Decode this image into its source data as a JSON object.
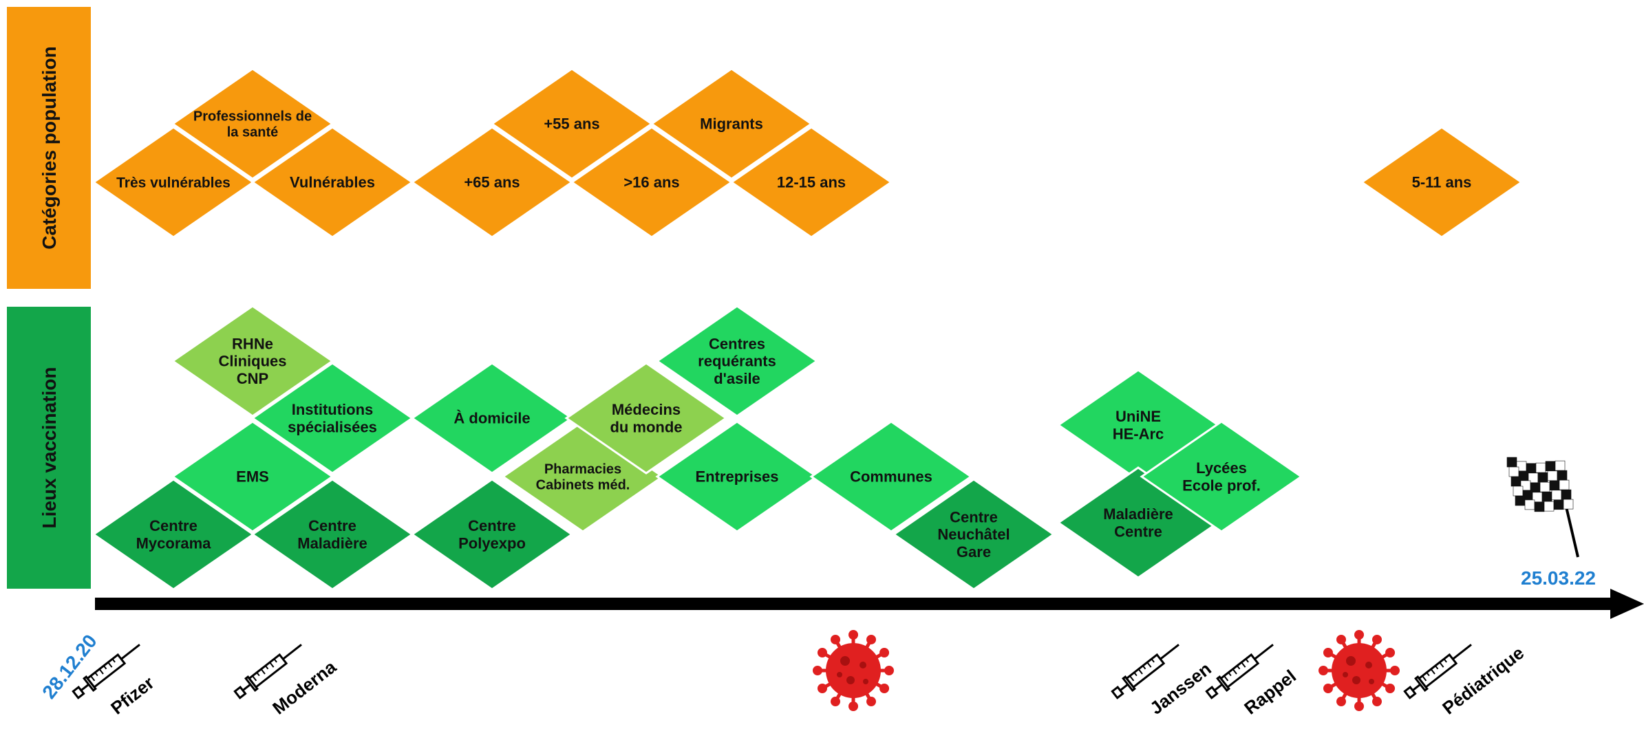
{
  "sidebars": {
    "population": {
      "label": "Catégories population",
      "color": "#F7990D"
    },
    "lieux": {
      "label": "Lieux vaccination",
      "color": "#13A64A"
    }
  },
  "colors": {
    "orange": "#F7990D",
    "bright_green": "#22D660",
    "light_green": "#8DD14F",
    "dark_green": "#13A64A",
    "arrow": "#000000",
    "date_blue": "#1F7FD0",
    "virus_red": "#E02020"
  },
  "population_categories": [
    {
      "id": "tres-vulnerables",
      "lines": [
        "Très vulnérables"
      ],
      "color": "orange"
    },
    {
      "id": "professionnels-sante",
      "lines": [
        "Professionnels de",
        "la santé"
      ],
      "color": "orange"
    },
    {
      "id": "vulnerables",
      "lines": [
        "Vulnérables"
      ],
      "color": "orange"
    },
    {
      "id": "plus-65",
      "lines": [
        "+65 ans"
      ],
      "color": "orange"
    },
    {
      "id": "plus-55",
      "lines": [
        "+55 ans"
      ],
      "color": "orange"
    },
    {
      "id": "plus-16",
      "lines": [
        ">16 ans"
      ],
      "color": "orange"
    },
    {
      "id": "migrants",
      "lines": [
        "Migrants"
      ],
      "color": "orange"
    },
    {
      "id": "ans-12-15",
      "lines": [
        "12-15 ans"
      ],
      "color": "orange"
    },
    {
      "id": "ans-5-11",
      "lines": [
        "5-11 ans"
      ],
      "color": "orange"
    }
  ],
  "vaccination_sites": [
    {
      "id": "rhne",
      "lines": [
        "RHNe",
        "Cliniques",
        "CNP"
      ],
      "color": "light_green"
    },
    {
      "id": "institutions",
      "lines": [
        "Institutions",
        "spécialisées"
      ],
      "color": "bright_green"
    },
    {
      "id": "ems",
      "lines": [
        "EMS"
      ],
      "color": "bright_green"
    },
    {
      "id": "centre-mycorama",
      "lines": [
        "Centre",
        "Mycorama"
      ],
      "color": "dark_green"
    },
    {
      "id": "centre-maladiere",
      "lines": [
        "Centre",
        "Maladière"
      ],
      "color": "dark_green"
    },
    {
      "id": "a-domicile",
      "lines": [
        "À domicile"
      ],
      "color": "bright_green"
    },
    {
      "id": "centre-polyexpo",
      "lines": [
        "Centre",
        "Polyexpo"
      ],
      "color": "dark_green"
    },
    {
      "id": "pharmacies",
      "lines": [
        "Pharmacies",
        "Cabinets méd."
      ],
      "color": "light_green"
    },
    {
      "id": "medecins-monde",
      "lines": [
        "Médecins",
        "du monde"
      ],
      "color": "light_green"
    },
    {
      "id": "centres-requerants",
      "lines": [
        "Centres",
        "requérants",
        "d'asile"
      ],
      "color": "bright_green"
    },
    {
      "id": "entreprises",
      "lines": [
        "Entreprises"
      ],
      "color": "bright_green"
    },
    {
      "id": "communes",
      "lines": [
        "Communes"
      ],
      "color": "bright_green"
    },
    {
      "id": "centre-neuchatel-gare",
      "lines": [
        "Centre",
        "Neuchâtel",
        "Gare"
      ],
      "color": "dark_green"
    },
    {
      "id": "unine",
      "lines": [
        "UniNE",
        "HE-Arc"
      ],
      "color": "bright_green"
    },
    {
      "id": "maladiere-centre",
      "lines": [
        "Maladière",
        "Centre"
      ],
      "color": "dark_green"
    },
    {
      "id": "lycees",
      "lines": [
        "Lycées",
        "Ecole prof."
      ],
      "color": "bright_green"
    }
  ],
  "timeline": {
    "start_date": "28.12.20",
    "end_date": "25.03.22",
    "vaccines": [
      {
        "id": "pfizer",
        "label": "Pfizer"
      },
      {
        "id": "moderna",
        "label": "Moderna"
      },
      {
        "id": "janssen",
        "label": "Janssen"
      },
      {
        "id": "rappel",
        "label": "Rappel"
      },
      {
        "id": "pediatrique",
        "label": "Pédiatrique"
      }
    ],
    "virus_icons": 2
  }
}
